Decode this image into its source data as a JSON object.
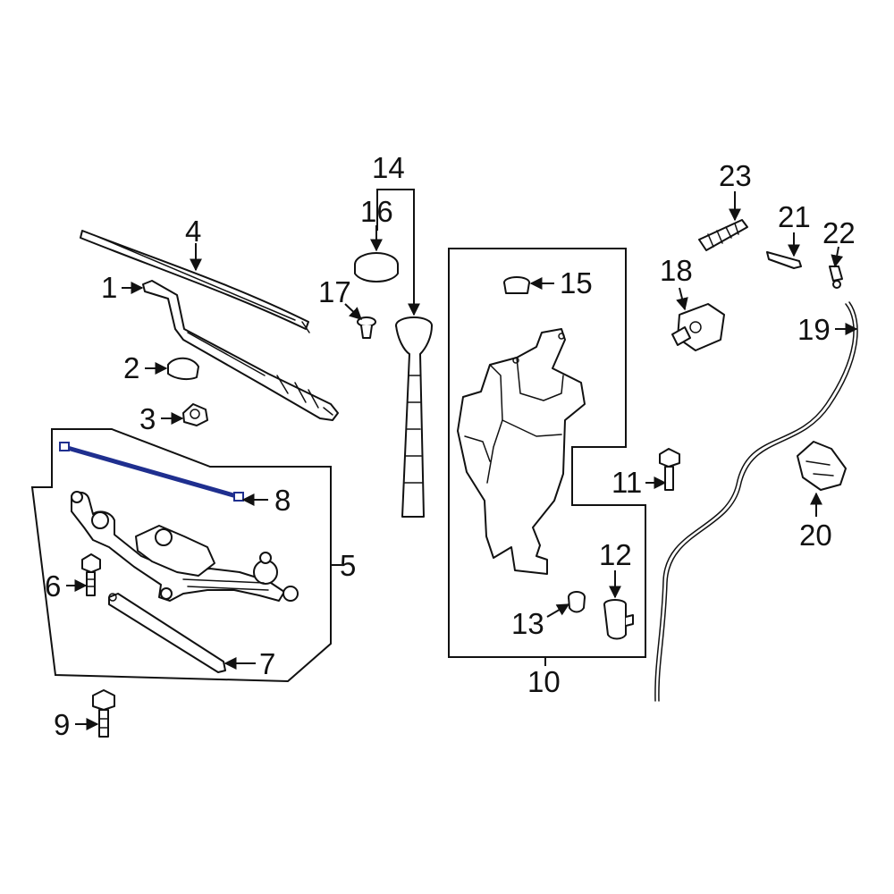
{
  "callouts": {
    "c1": "1",
    "c2": "2",
    "c3": "3",
    "c4": "4",
    "c5": "5",
    "c6": "6",
    "c7": "7",
    "c8": "8",
    "c9": "9",
    "c10": "10",
    "c11": "11",
    "c12": "12",
    "c13": "13",
    "c14": "14",
    "c15": "15",
    "c16": "16",
    "c17": "17",
    "c18": "18",
    "c19": "19",
    "c20": "20",
    "c21": "21",
    "c22": "22",
    "c23": "23"
  },
  "colors": {
    "line": "#111111",
    "highlight": "#1f2f8f",
    "background": "#ffffff"
  }
}
